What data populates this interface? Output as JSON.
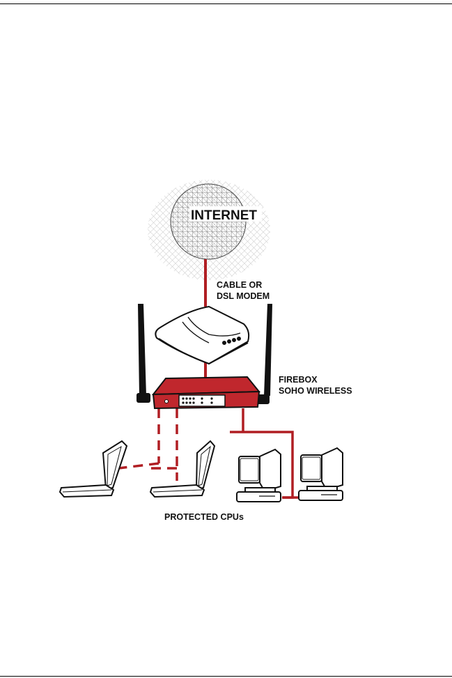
{
  "labels": {
    "internet": "INTERNET",
    "modem_line1": "CABLE OR",
    "modem_line2": "DSL MODEM",
    "firebox_line1": "FIREBOX",
    "firebox_line2": "SOHO WIRELESS",
    "protected": "PROTECTED CPUs"
  },
  "colors": {
    "wired_link": "#b01e23",
    "router_body": "#c0272d",
    "outline": "#111111"
  },
  "icons": [
    "globe-icon",
    "modem-icon",
    "router-icon",
    "laptop-icon",
    "desktop-monitor-icon"
  ]
}
